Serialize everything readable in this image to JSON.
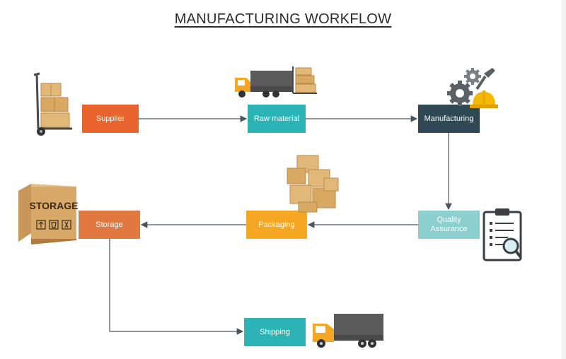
{
  "title": "MANUFACTURING WORKFLOW",
  "steps": {
    "supplier": "Supplier",
    "raw_material": "Raw material",
    "manufacturing": "Manufacturing",
    "quality_assurance": "Quality Assurance",
    "packaging": "Packaging",
    "storage": "Storage",
    "shipping": "Shipping"
  },
  "colors": {
    "supplier": "#e8642c",
    "raw_material": "#2bb3b5",
    "manufacturing": "#2e4854",
    "quality_assurance": "#8ccfcf",
    "packaging": "#f5a623",
    "storage": "#e07840",
    "shipping": "#2bb3b5",
    "connector": "#4a5560"
  },
  "icons": {
    "supplier": "hand-truck-icon",
    "raw_material": "delivery-truck-with-boxes-icon",
    "manufacturing": "gears-hardhat-icon",
    "quality_assurance": "checklist-clipboard-icon",
    "packaging": "stacked-boxes-icon",
    "storage": "storage-box-icon",
    "shipping": "delivery-truck-icon"
  },
  "storage_box_label": "STORAGE"
}
